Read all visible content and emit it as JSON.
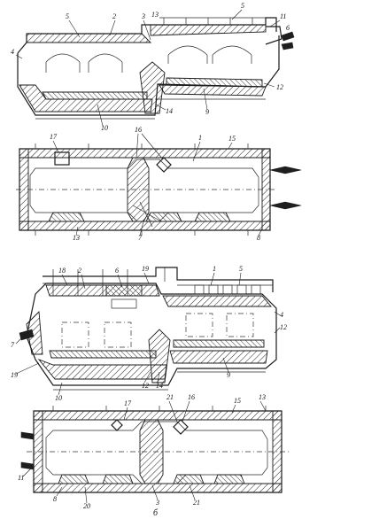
{
  "figure_a": {
    "section_labels": [
      "5",
      "2",
      "3",
      "13",
      "5",
      "11",
      "6",
      "4",
      "12",
      "9",
      "14",
      "10"
    ],
    "plan_labels": [
      "17",
      "16",
      "1",
      "15",
      "13",
      "7",
      "8"
    ]
  },
  "figure_b": {
    "section_labels": [
      "18",
      "2",
      "6",
      "19",
      "1",
      "5",
      "4",
      "12",
      "7",
      "19",
      "10",
      "12",
      "14",
      "9"
    ],
    "plan_labels": [
      "17",
      "21",
      "16",
      "15",
      "13",
      "11",
      "8",
      "20",
      "3",
      "21"
    ],
    "caption": "б"
  }
}
